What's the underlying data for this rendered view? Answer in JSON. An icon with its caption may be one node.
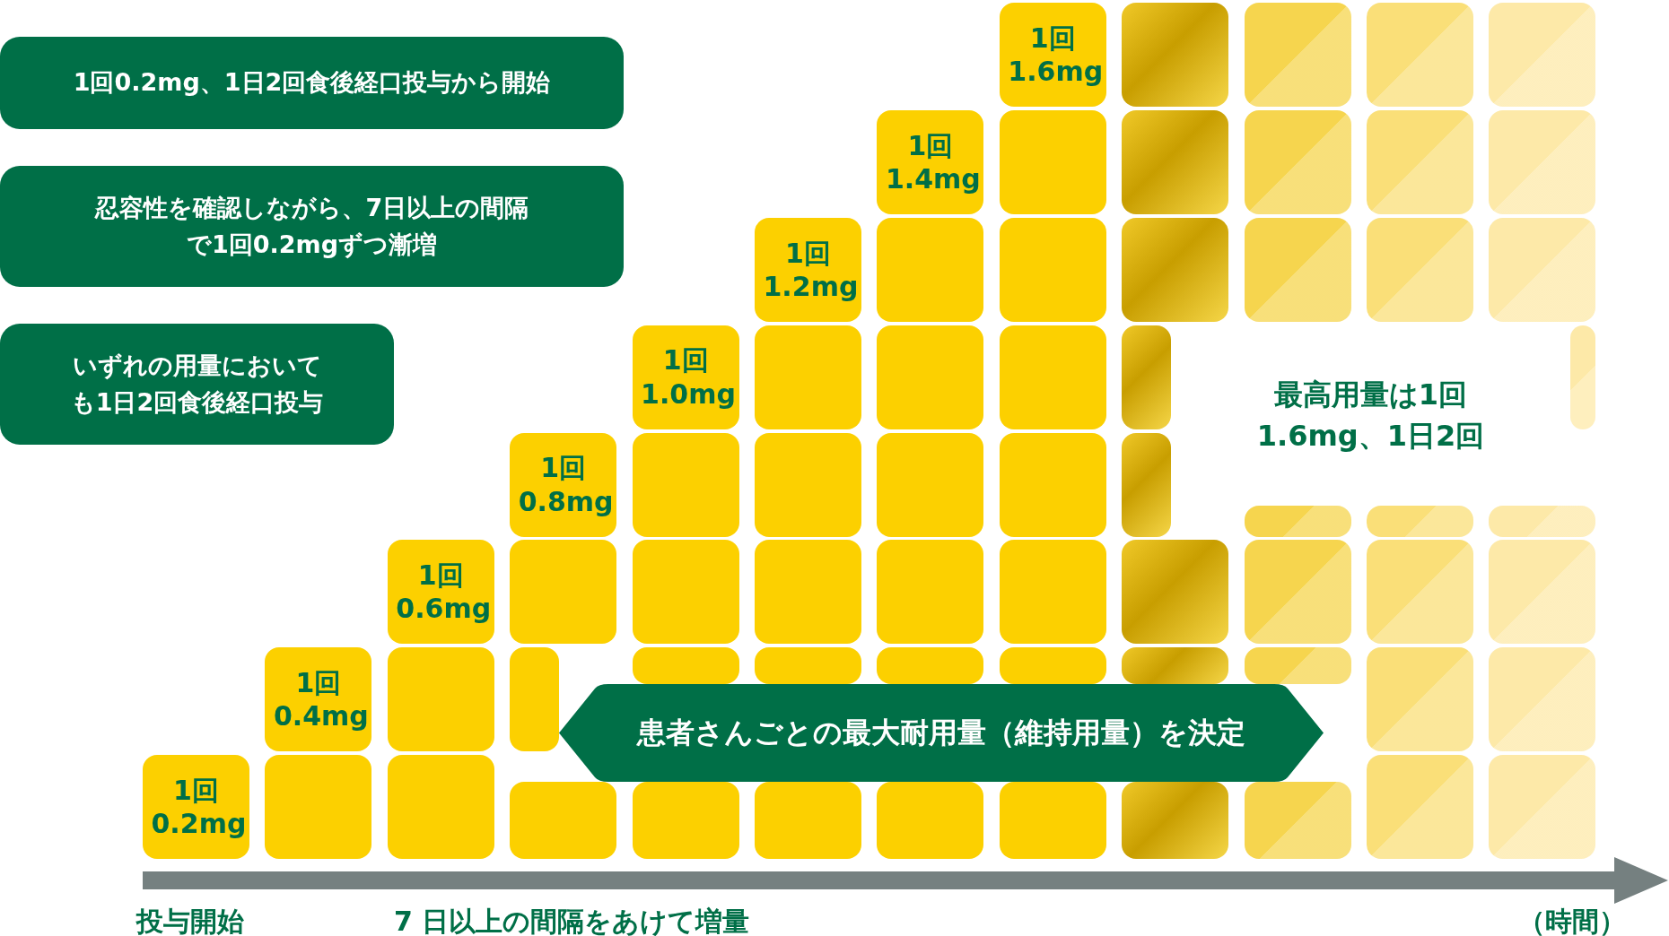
{
  "diagram": {
    "nodes": [
      {
        "text": [
          "1回0.2mg、1日2回食後経口投与から開始"
        ]
      },
      {
        "text": [
          "忍容性を確認しながら、7日以上の間隔で1回0.2mgずつ漸増"
        ]
      },
      {
        "text": [
          "いずれの用量においても1日2回食後経口投与"
        ]
      },
      {
        "text": [
          "1回0.2mg"
        ]
      },
      {
        "text": [
          "1回0.4mg"
        ]
      },
      {
        "text": [],
        "shape": "box"
      },
      {
        "text": [
          "1回0.6mg"
        ]
      },
      {
        "text": [],
        "shape": "box"
      },
      {
        "text": [],
        "shape": "box"
      },
      {
        "text": [
          "1回0.8mg"
        ]
      },
      {
        "text": [],
        "shape": "box"
      },
      {
        "text": [],
        "shape": "box"
      },
      {
        "text": [],
        "shape": "box"
      },
      {
        "text": [
          "1回1.0mg"
        ]
      },
      {
        "text": [],
        "shape": "box"
      },
      {
        "text": [],
        "shape": "box"
      },
      {
        "text": [],
        "shape": "box"
      },
      {
        "text": [],
        "shape": "box"
      },
      {
        "text": [
          "1回1.2mg"
        ]
      },
      {
        "text": [],
        "shape": "box"
      },
      {
        "text": [],
        "shape": "box"
      },
      {
        "text": [],
        "shape": "box"
      },
      {
        "text": [],
        "shape": "box"
      },
      {
        "text": [],
        "shape": "box"
      },
      {
        "text": [
          "1回1.4mg"
        ]
      },
      {
        "text": [],
        "shape": "box"
      },
      {
        "text": [],
        "shape": "box"
      },
      {
        "text": [],
        "shape": "box"
      },
      {
        "text": [],
        "shape": "box"
      },
      {
        "text": [],
        "shape": "box"
      },
      {
        "text": [],
        "shape": "box"
      },
      {
        "text": [
          "1回1.6mg"
        ]
      },
      {
        "text": [],
        "shape": "box"
      },
      {
        "text": [],
        "shape": "box"
      },
      {
        "text": [],
        "shape": "box"
      },
      {
        "text": [],
        "shape": "box"
      },
      {
        "text": [],
        "shape": "box"
      },
      {
        "text": [],
        "shape": "box"
      },
      {
        "text": [],
        "shape": "box"
      },
      {
        "text": [],
        "shape": "box"
      },
      {
        "text": [],
        "shape": "box"
      },
      {
        "text": [],
        "shape": "box"
      },
      {
        "text": [],
        "shape": "box"
      },
      {
        "text": [],
        "shape": "box"
      },
      {
        "text": [],
        "shape": "box"
      },
      {
        "text": [],
        "shape": "box"
      },
      {
        "text": [],
        "shape": "box"
      },
      {
        "text": [],
        "shape": "box"
      },
      {
        "text": [],
        "shape": "box"
      },
      {
        "text": [],
        "shape": "box"
      },
      {
        "text": [],
        "shape": "box"
      },
      {
        "text": [],
        "shape": "box"
      },
      {
        "text": [],
        "shape": "box"
      },
      {
        "text": [],
        "shape": "box"
      },
      {
        "text": [],
        "shape": "box"
      },
      {
        "text": [],
        "shape": "box"
      },
      {
        "text": [],
        "shape": "box"
      },
      {
        "text": [],
        "shape": "box"
      },
      {
        "text": [],
        "shape": "box"
      },
      {
        "text": [],
        "shape": "box"
      },
      {
        "text": [],
        "shape": "box"
      },
      {
        "text": [],
        "shape": "box"
      },
      {
        "text": [],
        "shape": "box"
      },
      {
        "text": [],
        "shape": "box"
      },
      {
        "text": [],
        "shape": "box"
      },
      {
        "text": [],
        "shape": "box"
      },
      {
        "text": [],
        "shape": "box"
      },
      {
        "text": [],
        "shape": "box"
      },
      {
        "text": [],
        "shape": "box"
      },
      {
        "text": [
          "最高用量は1回1.6mg、1日2回"
        ]
      },
      {
        "text": [
          "患者さんごとの最大耐用量（維持用量）を決定"
        ]
      }
    ],
    "labels": [
      "投与開始",
      "7 日以上の間隔をあけて増量",
      "（時間）"
    ]
  }
}
